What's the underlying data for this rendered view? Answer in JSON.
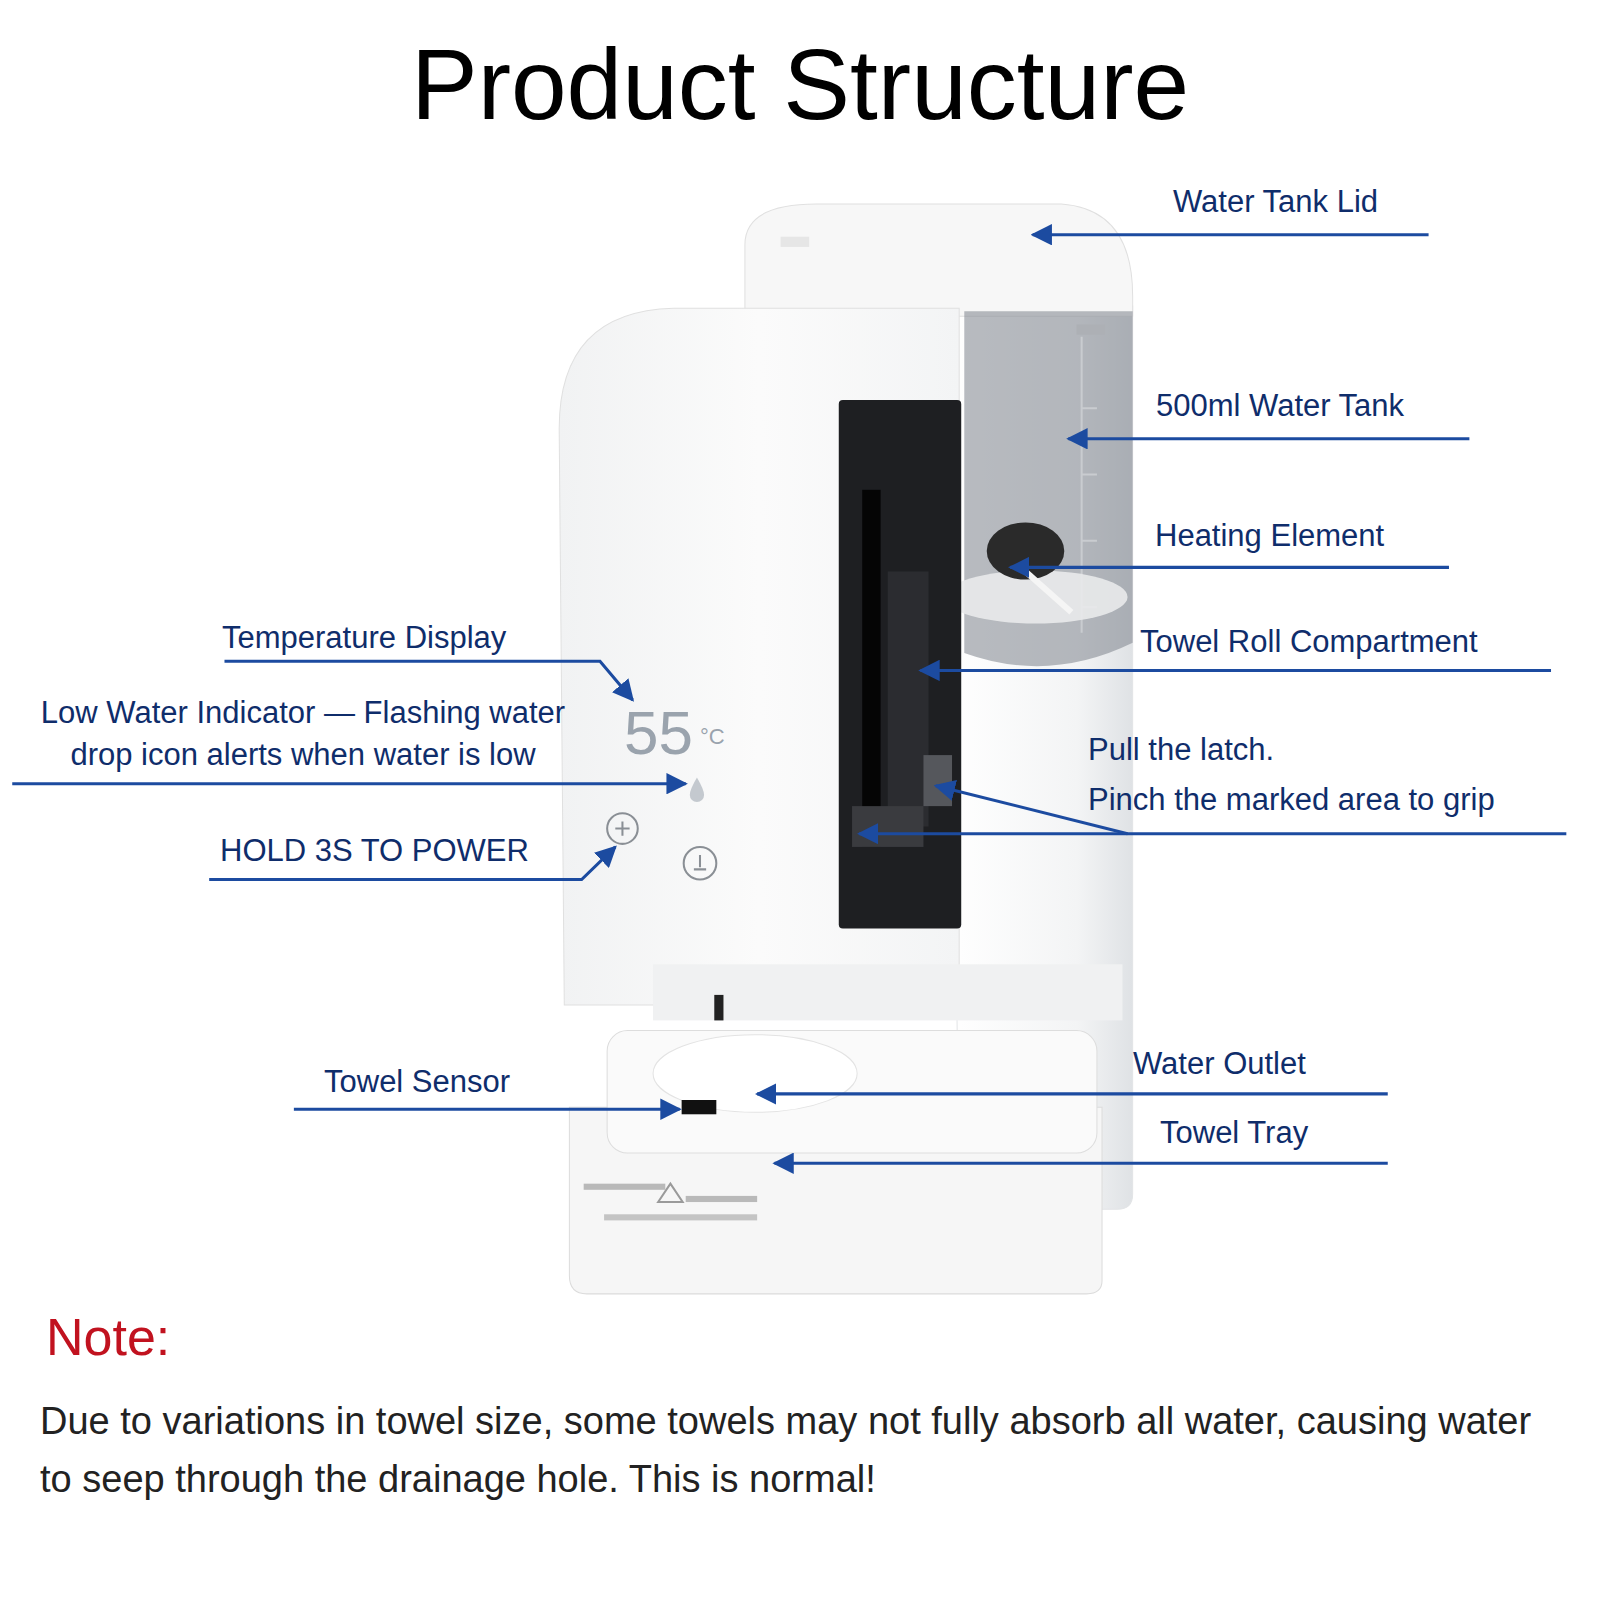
{
  "diagram": {
    "title": "Product Structure",
    "labels": [
      "Water Tank Lid",
      "500ml Water Tank",
      "Heating Element",
      "Towel Roll Compartment",
      "Pull the latch.",
      "Pinch the marked area to grip",
      "Temperature Display",
      "Low Water Indicator — Flashing water drop icon alerts when water is low",
      "HOLD 3S TO POWER",
      "Towel Sensor",
      "Water Outlet",
      "Towel Tray",
      "55",
      "°C",
      "Note:",
      "Due to variations in towel size, some towels may not fully absorb all water, causing water to seep through the drainage hole. This is normal!"
    ]
  }
}
